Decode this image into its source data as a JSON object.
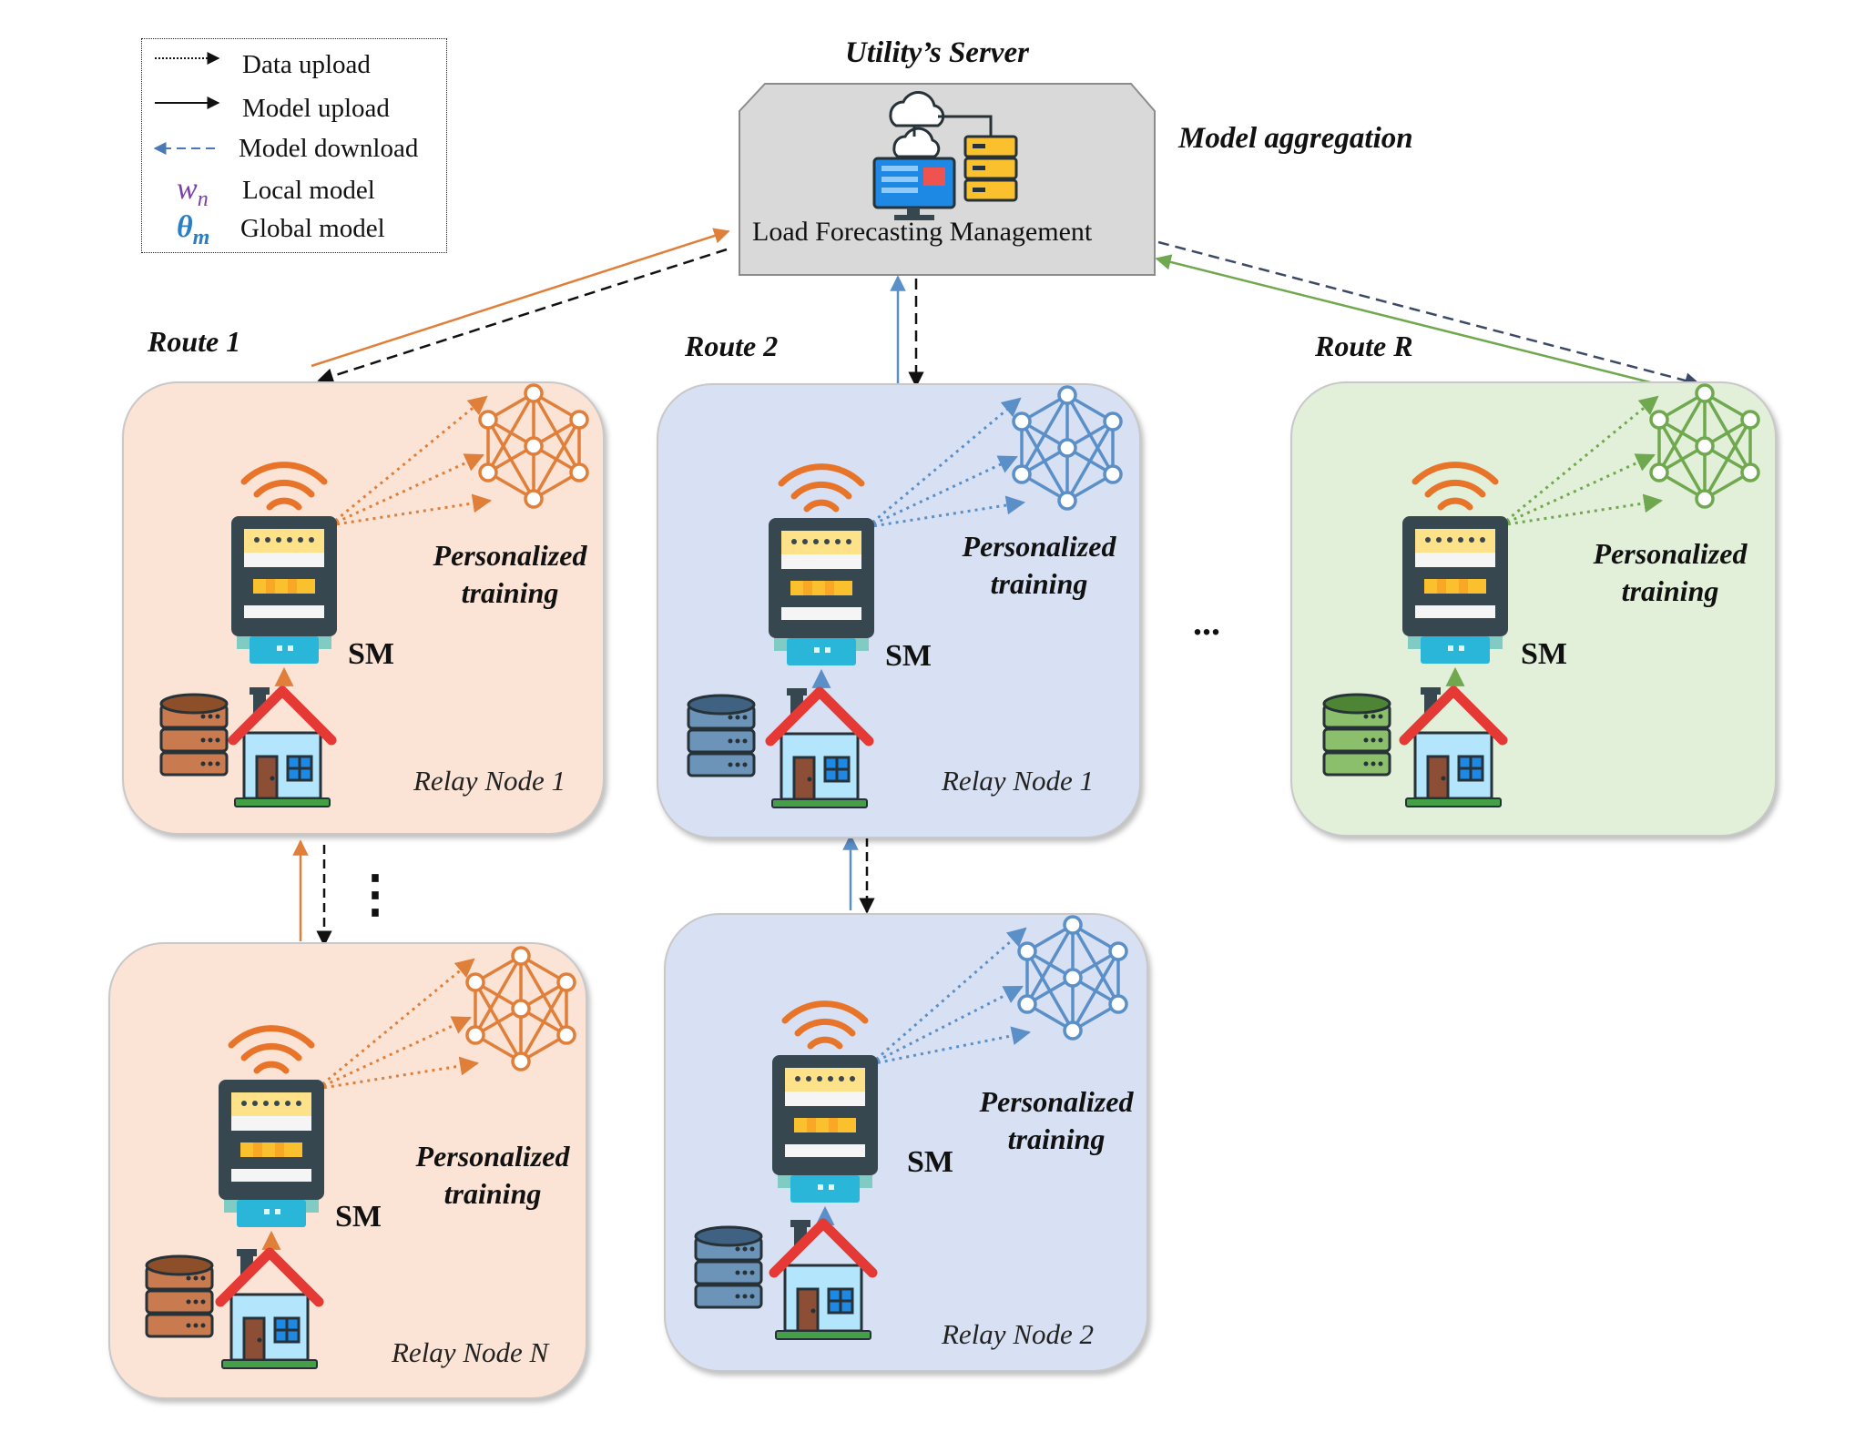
{
  "legend": {
    "data_upload": "Data upload",
    "model_upload": "Model upload",
    "model_download": "Model download",
    "local_model_symbol": "w",
    "local_model_sub": "n",
    "local_model": "Local model",
    "global_model_symbol": "θ",
    "global_model_sub": "m",
    "global_model": "Global model"
  },
  "server": {
    "title": "Utility’s Server",
    "name": "Load Forecasting Management",
    "aggregation": "Model aggregation"
  },
  "routes": [
    {
      "label": "Route 1",
      "color": "#e07f3a",
      "fill": "#fbe3d5",
      "nodes": [
        {
          "relay": "Relay Node 1"
        },
        {
          "relay": "Relay Node N"
        }
      ]
    },
    {
      "label": "Route 2",
      "color": "#5b8fc7",
      "fill": "#d8e1f3",
      "nodes": [
        {
          "relay": "Relay Node 1"
        },
        {
          "relay": "Relay Node 2"
        }
      ]
    },
    {
      "label": "Route R",
      "color": "#6fa84f",
      "fill": "#e2efd9",
      "nodes": [
        {
          "relay": "Relay Node 1"
        }
      ]
    }
  ],
  "node_text": {
    "personalized": "Personalized",
    "training": "training",
    "sm": "SM"
  },
  "ellipsis_h": "...",
  "ellipsis_v": "⋮",
  "icons": [
    "cloud-server-icon",
    "neural-network-icon",
    "smart-meter-icon",
    "wifi-icon",
    "house-icon",
    "database-icon"
  ]
}
